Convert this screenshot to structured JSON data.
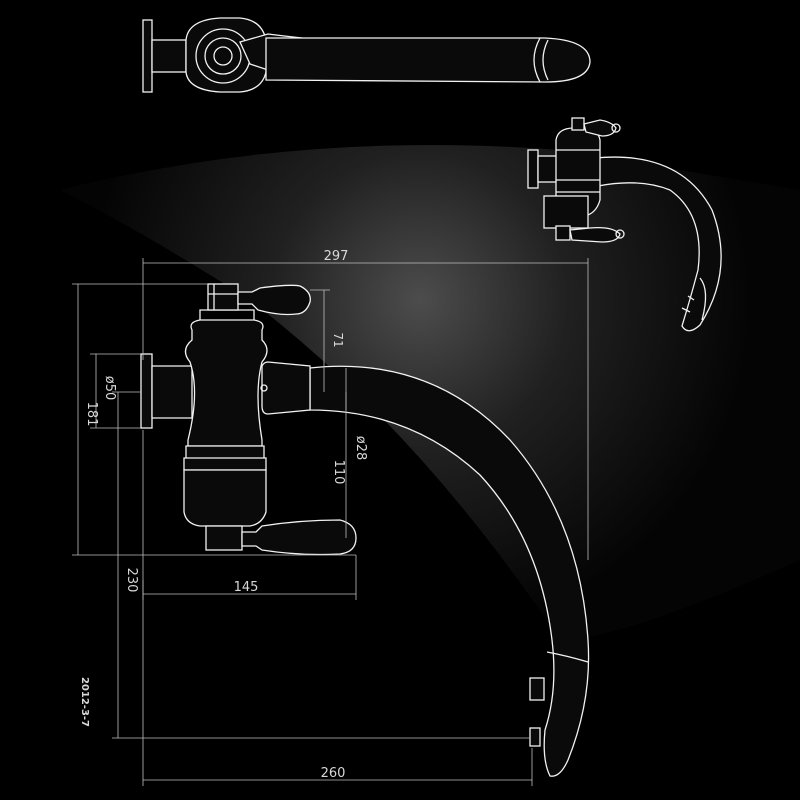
{
  "drawing": {
    "date_label": "2012-3-7",
    "dimensions": {
      "overall_width": "297",
      "reach": "260",
      "body_width": "145",
      "total_height": "181",
      "spout_height": "230",
      "mid_height": "110",
      "top_offset": "71",
      "inlet_diameter": "ø50",
      "spout_diameter": "ø28"
    }
  },
  "colors": {
    "background": "#000000",
    "line": "#f2f2f2",
    "dimension_line": "#bdbdbd",
    "sheen": "#5a5a5a"
  }
}
